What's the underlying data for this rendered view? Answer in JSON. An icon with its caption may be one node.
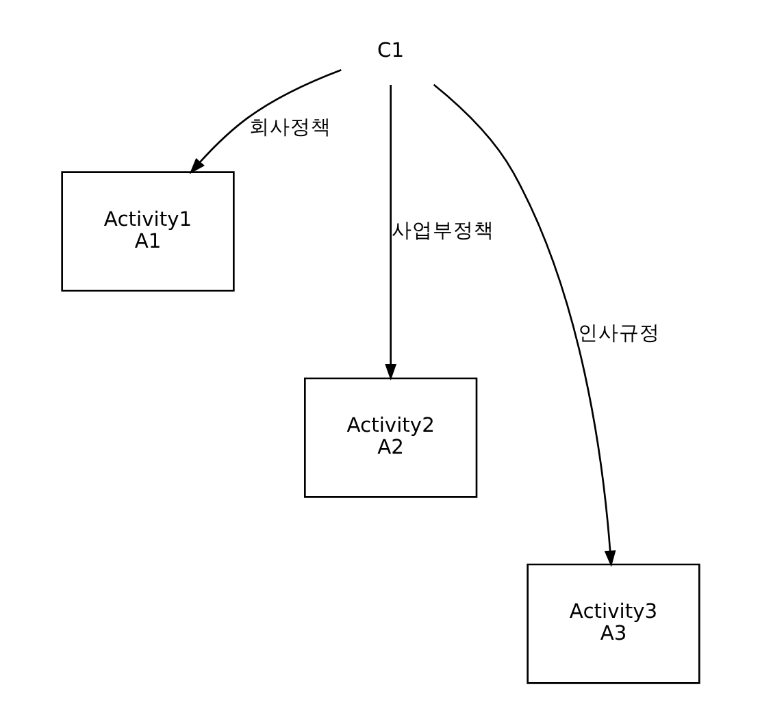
{
  "diagram": {
    "nodes": [
      {
        "text": [
          "C1"
        ]
      },
      {
        "text": [
          "Activity1",
          "A1"
        ]
      },
      {
        "text": [
          "Activity2",
          "A2"
        ]
      },
      {
        "text": [
          "Activity3",
          "A3"
        ]
      }
    ],
    "edges": [
      {
        "from": 0,
        "to": 1,
        "arrow": "to",
        "label": "회사정책"
      },
      {
        "from": 0,
        "to": 2,
        "arrow": "to",
        "label": "사업부정책"
      },
      {
        "from": 0,
        "to": 3,
        "arrow": "to",
        "label": "인사규정"
      }
    ]
  }
}
